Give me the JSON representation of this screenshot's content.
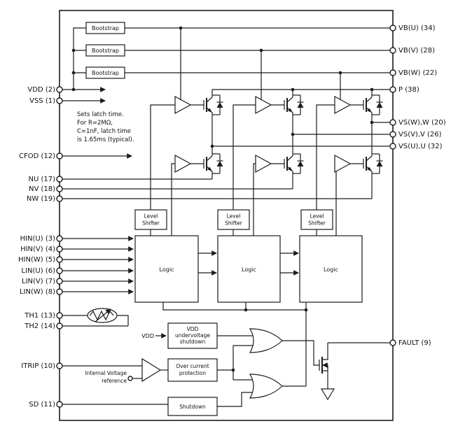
{
  "pins_left": [
    {
      "label": "VDD (2)"
    },
    {
      "label": "VSS (1)"
    },
    {
      "label": "CFOD (12)"
    },
    {
      "label": "NU (17)"
    },
    {
      "label": "NV (18)"
    },
    {
      "label": "NW (19)"
    },
    {
      "label": "HIN(U) (3)"
    },
    {
      "label": "HIN(V) (4)"
    },
    {
      "label": "HIN(W) (5)"
    },
    {
      "label": "LIN(U) (6)"
    },
    {
      "label": "LIN(V) (7)"
    },
    {
      "label": "LIN(W) (8)"
    },
    {
      "label": "TH1 (13)"
    },
    {
      "label": "TH2 (14)"
    },
    {
      "label": "ITRIP (10)"
    },
    {
      "label": "SD (11)"
    }
  ],
  "pins_right": [
    {
      "label": "VB(U) (34)"
    },
    {
      "label": "VB(V) (28)"
    },
    {
      "label": "VB(W) (22)"
    },
    {
      "label": "P (38)"
    },
    {
      "label": "VS(W),W (20)"
    },
    {
      "label": "VS(V),V (26)"
    },
    {
      "label": "VS(U),U (32)"
    },
    {
      "label": "FAULT (9)"
    }
  ],
  "blocks": {
    "bootstrap": "Bootstrap",
    "level_shifter": [
      "Level",
      "Shifter"
    ],
    "logic": "Logic",
    "undervoltage": [
      "VDD",
      "undervoltage",
      "shutdown"
    ],
    "overcurrent": [
      "Over current",
      "protection"
    ],
    "shutdown": "Shutdown"
  },
  "labels": {
    "vdd_feed": "VDD",
    "internal_ref": [
      "Internal Voltage",
      "reference"
    ]
  },
  "annotation": [
    "Sets latch time.",
    "For R=2MΩ,",
    "C=1nF, latch time",
    "is 1.65ms (typical)."
  ]
}
